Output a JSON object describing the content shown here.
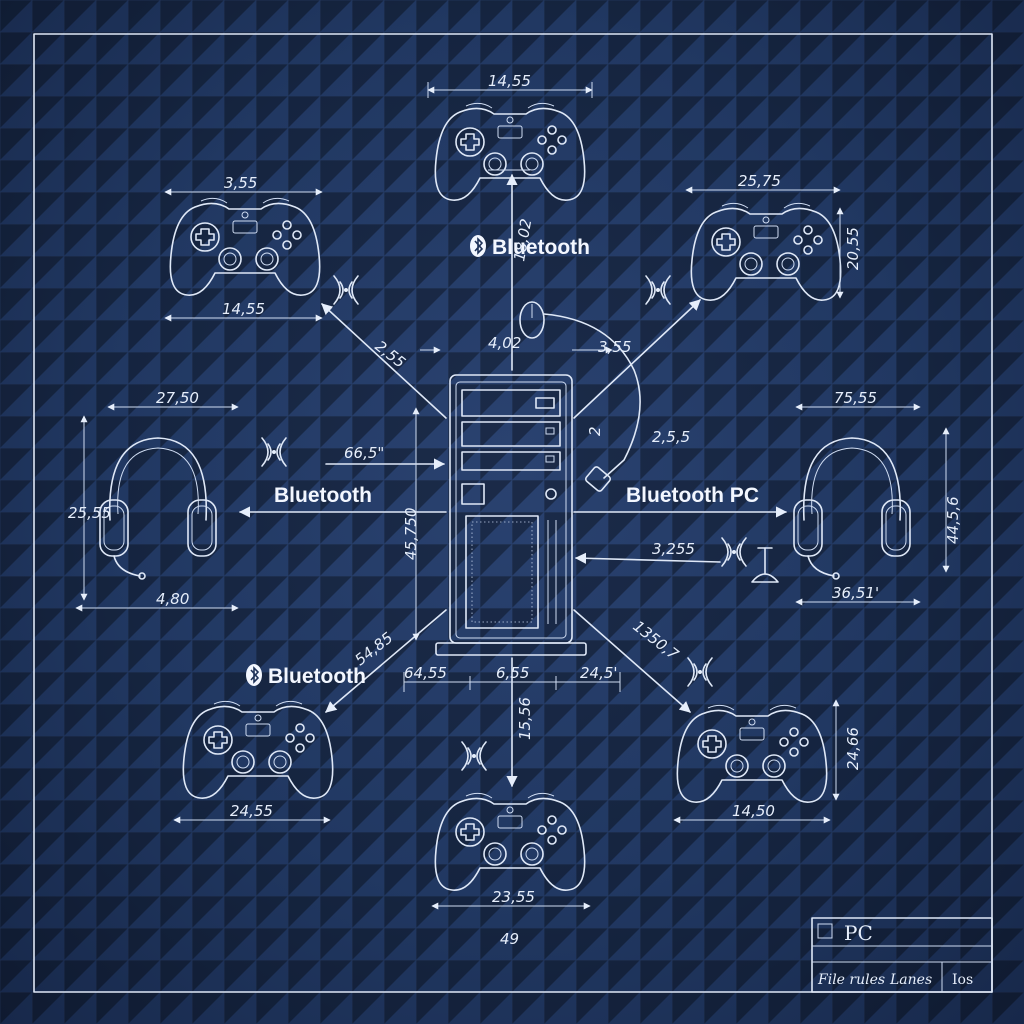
{
  "diagram": {
    "labels": {
      "bt_top": "Bluetooth",
      "bt_left": "Bluetooth",
      "bt_right": "Bluetooth PC",
      "bt_bottom_left": "Bluetooth"
    },
    "dimensions": {
      "top_ctrl_width": "14,55",
      "tl_ctrl_top": "3,55",
      "tl_ctrl_bottom": "14,55",
      "tr_ctrl_top": "25,75",
      "tr_ctrl_side": "20,55",
      "left_headset_top": "27,50",
      "left_headset_side": "25,55",
      "left_headset_bottom": "4,80",
      "right_headset_top": "75,55",
      "right_headset_side": "44,5,6",
      "right_headset_bottom": "36,51'",
      "bl_ctrl_bottom": "24,55",
      "br_ctrl_bottom": "14,50",
      "br_ctrl_side": "24,66",
      "bottom_ctrl_bottom": "23,55",
      "tower_height": "45,750",
      "line_top_v": "18,02",
      "line_tl": "2,55",
      "center_top": "4,02",
      "center_tr": "3,55",
      "left_mid": "66,5\"",
      "right_mid": "2,5,5",
      "right_mid_small": "2",
      "right_lower": "3,255",
      "bl_diag": "54,85",
      "br_diag": "1350,7",
      "base_left": "64,55",
      "base_mid": "6,55",
      "base_right": "24,5'",
      "bottom_v": "15,56",
      "bottom_center": "49"
    },
    "title_block": {
      "title": "PC",
      "subtitle_left": "File rules",
      "subtitle_mid": "Lanes",
      "subtitle_right": "Ios"
    }
  }
}
